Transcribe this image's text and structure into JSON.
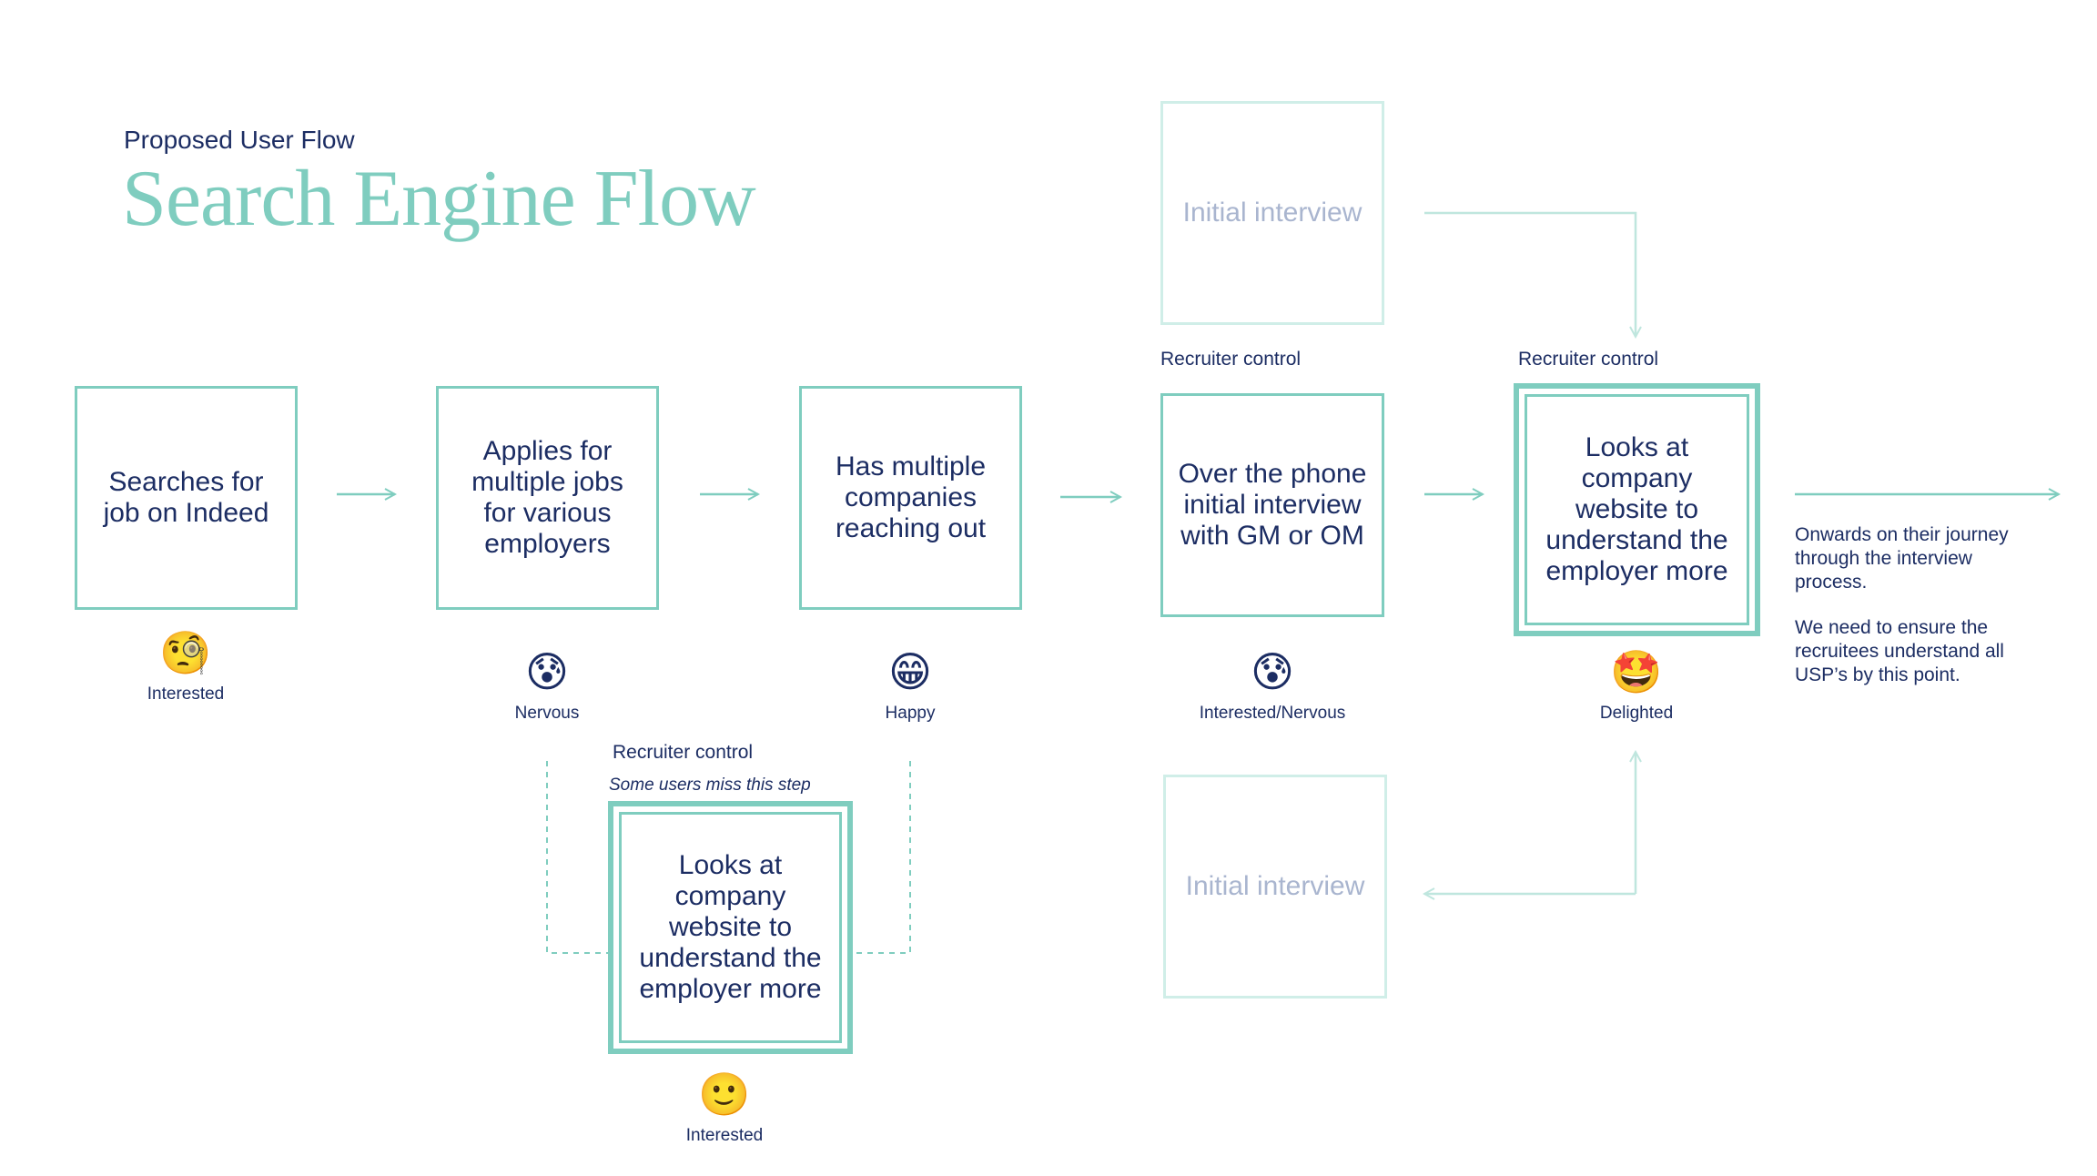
{
  "header": {
    "subtitle": "Proposed User Flow",
    "title": "Search Engine Flow"
  },
  "steps": [
    {
      "text": "Searches for job on Indeed",
      "emoji": "🧐",
      "mood": "Interested"
    },
    {
      "text": "Applies for multiple jobs for various employers",
      "emoji": "😰",
      "mood": "Nervous"
    },
    {
      "text": "Has multiple companies reaching out",
      "emoji": "😁",
      "mood": "Happy"
    },
    {
      "text": "Over the phone initial interview with GM or OM",
      "emoji": "😰",
      "mood": "Interested/Nervous",
      "control": "Recruiter control"
    },
    {
      "text": "Looks at company website to understand the employer more",
      "emoji": "🤩",
      "mood": "Delighted",
      "control": "Recruiter control"
    }
  ],
  "branch": {
    "control": "Recruiter control",
    "note": "Some users miss this step",
    "text": "Looks at company website to understand the employer more",
    "emoji": "🙂",
    "mood": "Interested"
  },
  "faded": {
    "top": "Initial interview",
    "bottom": "Initial interview"
  },
  "notes": {
    "journey": "Onwards on their journey through the interview process.",
    "usp": "We need to ensure the recruitees understand all USP’s by this point."
  },
  "colors": {
    "accent": "#7fcdbf",
    "accent_faded": "#d0eee8",
    "text": "#1c2d63",
    "text_faded": "#a9b5cf"
  }
}
